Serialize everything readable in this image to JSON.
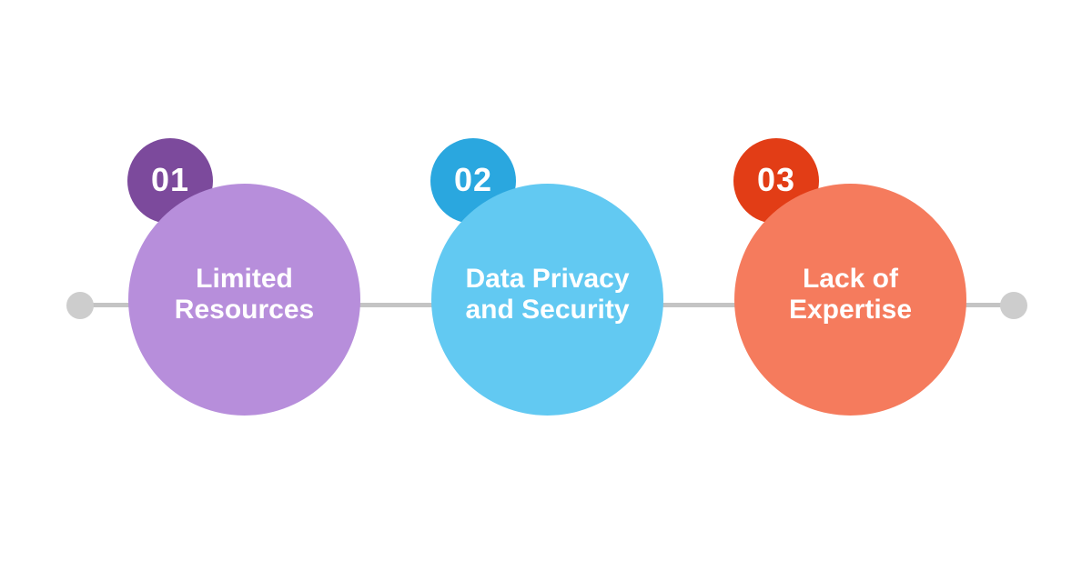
{
  "canvas": {
    "background": "#ffffff"
  },
  "connector": {
    "line_color": "#c4c4c4",
    "endpoint_color": "#cdcdcd"
  },
  "steps": [
    {
      "number": "01",
      "label": "Limited\nResources",
      "circle_color": "#b78edb",
      "badge_color": "#7c4a9c",
      "text_color": "#ffffff"
    },
    {
      "number": "02",
      "label": "Data Privacy\nand Security",
      "circle_color": "#62c9f2",
      "badge_color": "#2aa7df",
      "text_color": "#ffffff"
    },
    {
      "number": "03",
      "label": "Lack of\nExpertise",
      "circle_color": "#f57b5d",
      "badge_color": "#e23d16",
      "text_color": "#ffffff"
    }
  ]
}
